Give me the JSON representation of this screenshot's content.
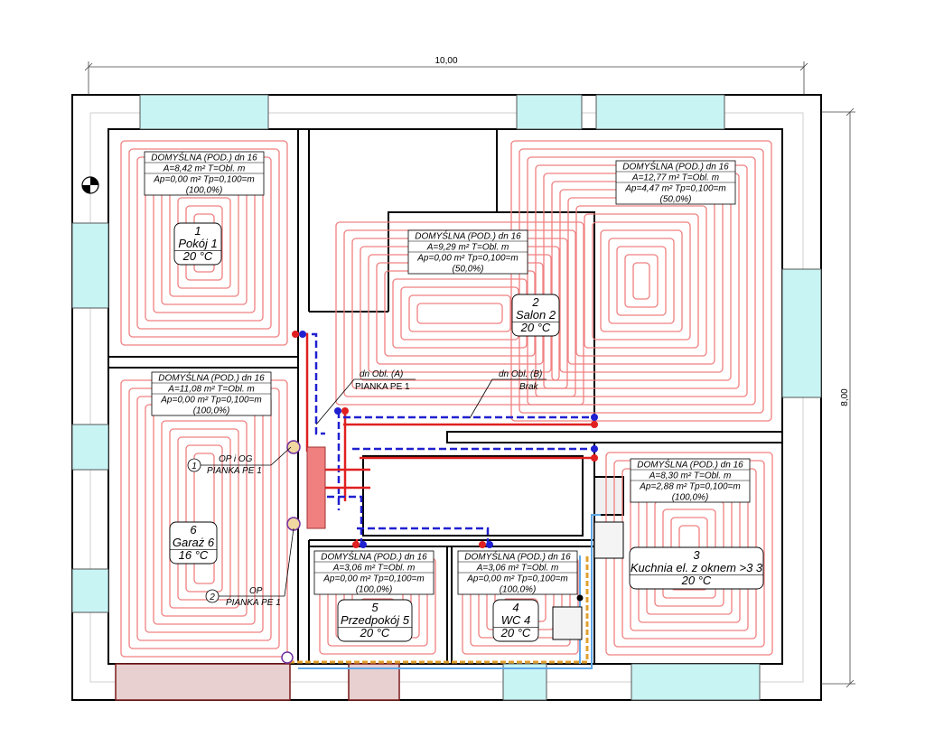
{
  "dimensions": {
    "width": "10,00",
    "height": "8,00"
  },
  "colors": {
    "heating_pipe": "#f08080",
    "supply": "#e02020",
    "return": "#2020d0",
    "window": "#c8f4f4",
    "door": "#e8d0d0",
    "gas": "#e0a030",
    "water": "#60a8e8"
  },
  "zones": [
    {
      "lines": [
        "DOMYŚLNA (POD.)  dn 16",
        "A=8,42 m² T=Obl. m",
        "Ap=0,00 m² Tp=0,100=m",
        "(100,0%)"
      ]
    },
    {
      "lines": [
        "DOMYŚLNA (POD.)  dn 16",
        "A=9,29 m² T=Obl. m",
        "Ap=0,00 m² Tp=0,100=m",
        "(50,0%)"
      ]
    },
    {
      "lines": [
        "DOMYŚLNA (POD.)  dn 16",
        "A=12,77 m² T=Obl. m",
        "Ap=4,47 m² Tp=0,100=m",
        "(50,0%)"
      ]
    },
    {
      "lines": [
        "DOMYŚLNA (POD.)  dn 16",
        "A=11,08 m² T=Obl. m",
        "Ap=0,00 m² Tp=0,100=m",
        "(100,0%)"
      ]
    },
    {
      "lines": [
        "DOMYŚLNA (POD.)  dn 16",
        "A=8,30 m² T=Obl. m",
        "Ap=2,88 m² Tp=0,100=m",
        "(100,0%)"
      ]
    },
    {
      "lines": [
        "DOMYŚLNA (POD.)  dn 16",
        "A=3,06 m² T=Obl. m",
        "Ap=0,00 m² Tp=0,100=m",
        "(100,0%)"
      ]
    },
    {
      "lines": [
        "DOMYŚLNA (POD.)  dn 16",
        "A=3,06 m² T=Obl. m",
        "Ap=0,00 m² Tp=0,100=m",
        "(100,0%)"
      ]
    }
  ],
  "rooms": [
    {
      "number": "1",
      "name": "Pokój 1",
      "temp": "20 °C"
    },
    {
      "number": "2",
      "name": "Salon 2",
      "temp": "20 °C"
    },
    {
      "number": "6",
      "name": "Garaż 6",
      "temp": "16 °C"
    },
    {
      "number": "3",
      "name": "Kuchnia el. z oknem >3 3",
      "temp": "20 °C"
    },
    {
      "number": "5",
      "name": "Przedpokój 5",
      "temp": "20 °C"
    },
    {
      "number": "4",
      "name": "WC 4",
      "temp": "20 °C"
    }
  ],
  "annotations": {
    "dn_a": [
      "dn Obl.  (A)",
      "PIANKA PE 1"
    ],
    "dn_b": [
      "dn Obl.  (B)",
      "Brak"
    ],
    "c1": {
      "num": "1",
      "label": "OP i OG",
      "sub": "PIANKA PE 1"
    },
    "c2": {
      "num": "2",
      "label": "OP",
      "sub": "PIANKA PE 1"
    }
  }
}
